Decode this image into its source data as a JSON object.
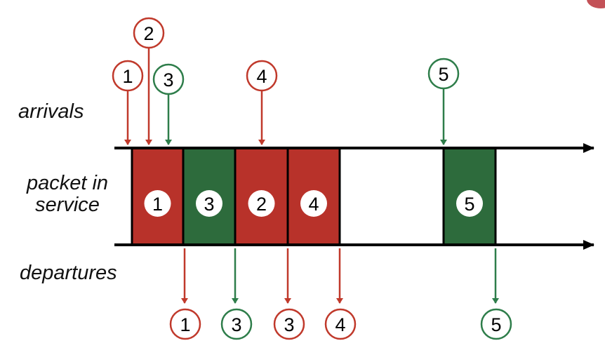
{
  "labels": {
    "arrivals": "arrivals",
    "service_line1": "packet in",
    "service_line2": "service",
    "departures": "departures"
  },
  "colors": {
    "red": "#c0392b",
    "red_fill": "#b8322a",
    "green": "#2e7d4a",
    "green_fill": "#2d6b3c",
    "axis": "#000000"
  },
  "packets": [
    {
      "id": "1",
      "class": "red"
    },
    {
      "id": "2",
      "class": "red"
    },
    {
      "id": "3",
      "class": "green"
    },
    {
      "id": "4",
      "class": "red"
    },
    {
      "id": "5",
      "class": "green"
    }
  ],
  "service_order": [
    "1",
    "3",
    "2",
    "4",
    "5"
  ],
  "departure_order": [
    "1",
    "3",
    "3",
    "4",
    "5"
  ]
}
